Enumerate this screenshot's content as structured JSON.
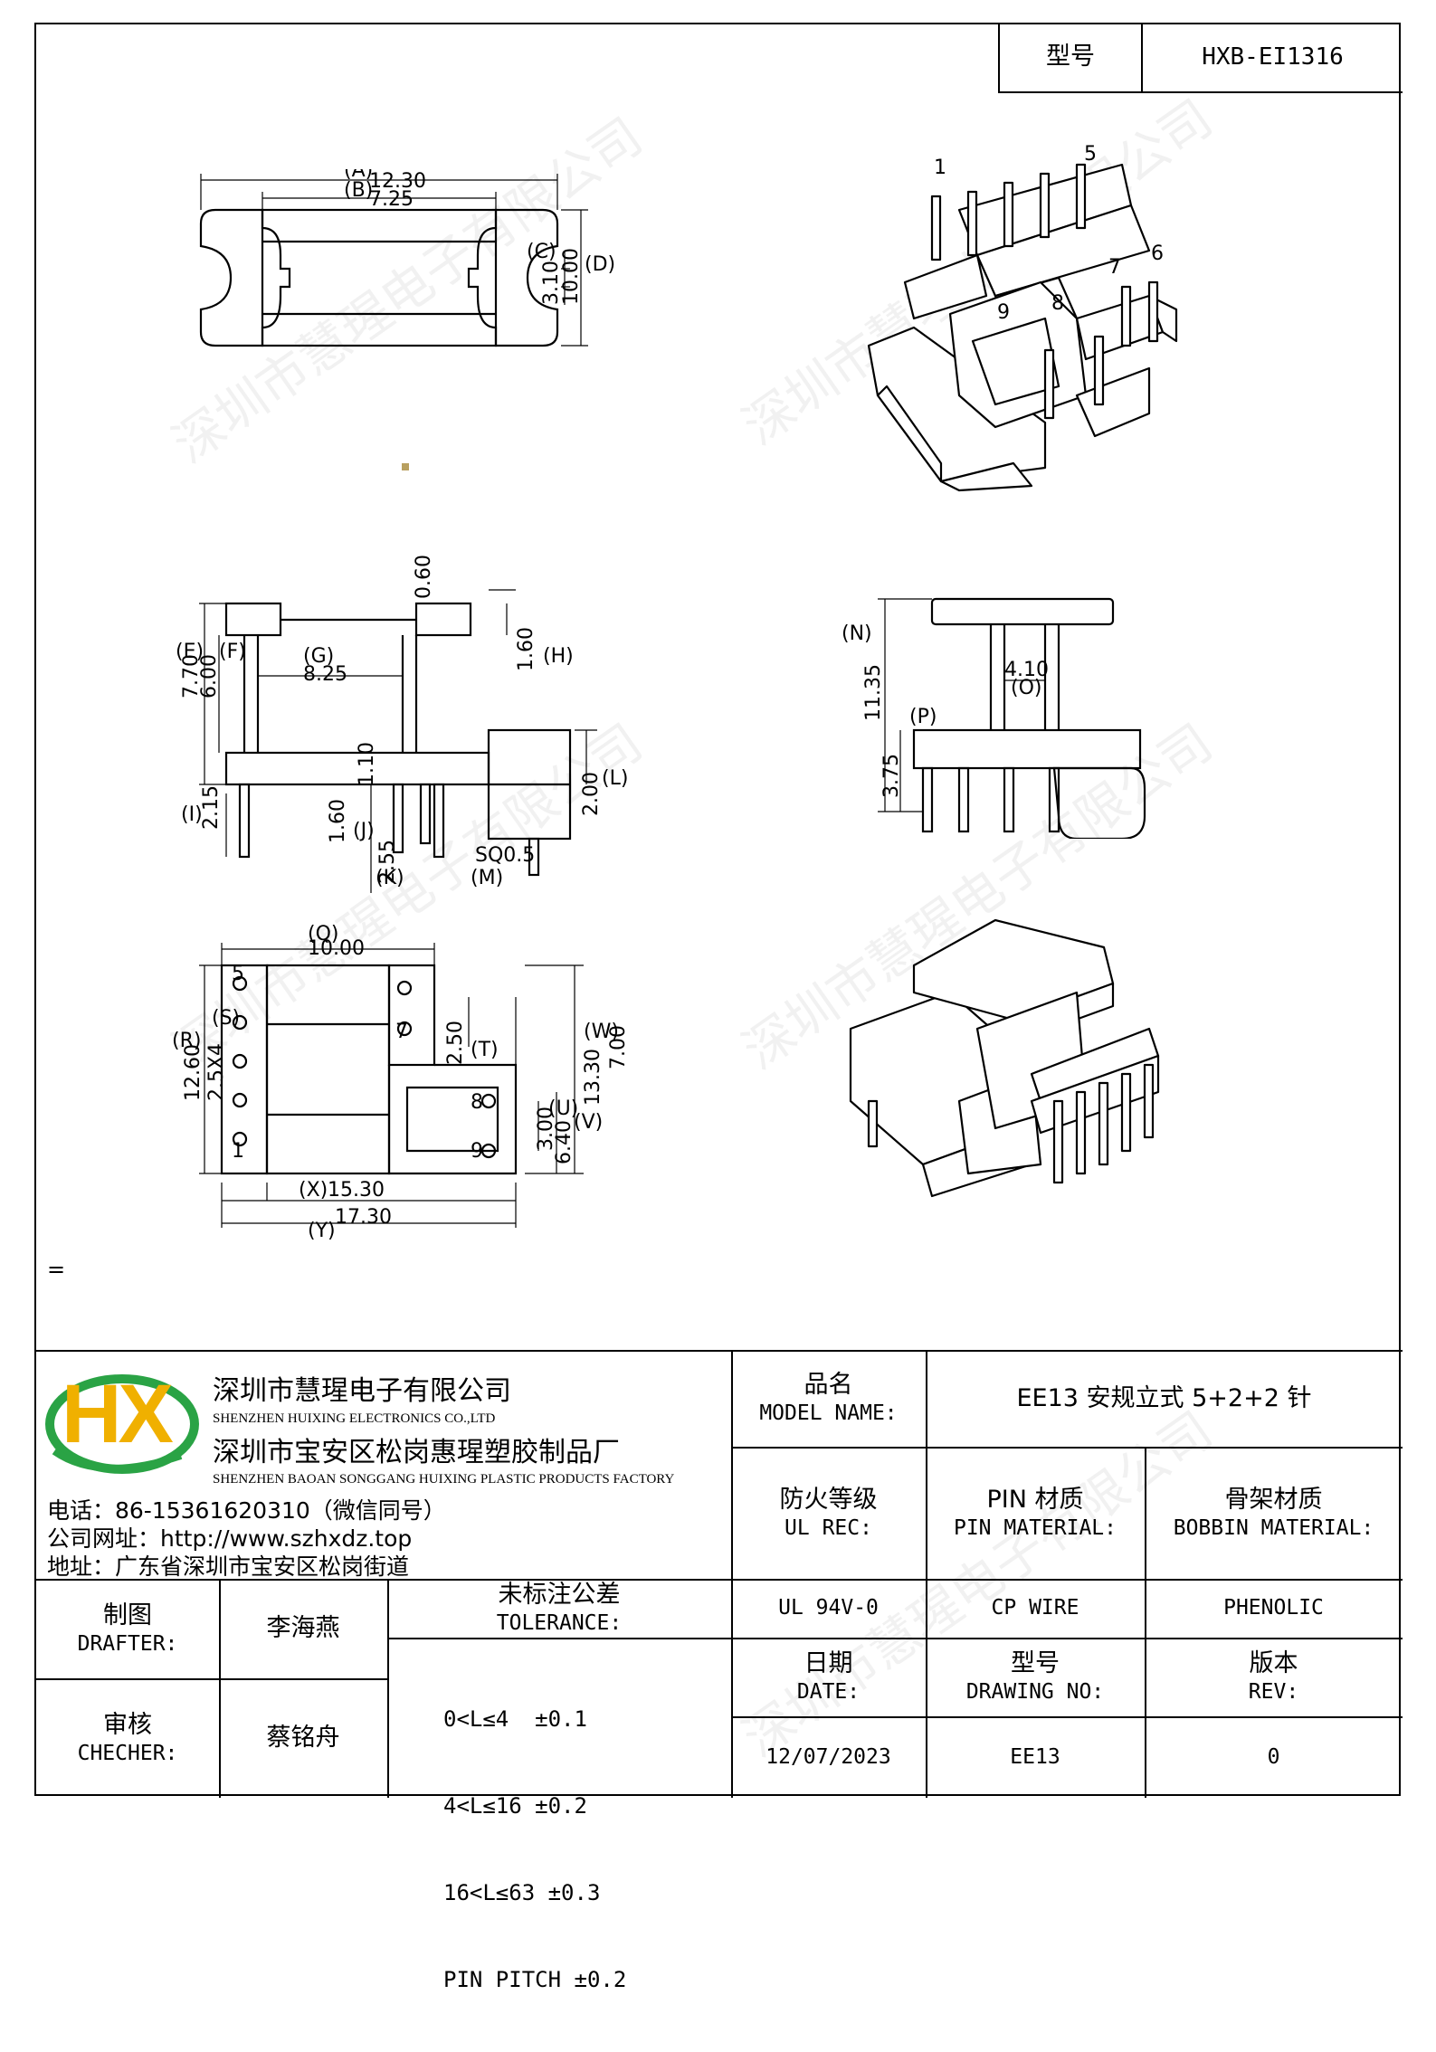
{
  "title_block_top": {
    "model_label": "型号",
    "model_value": "HXB-EI1316"
  },
  "watermark": "深圳市慧瑆电子有限公司",
  "drawing_labels": {
    "top_view": {
      "A": "(A)",
      "A_val": "12.30",
      "B": "(B)",
      "B_val": "7.25",
      "C": "(C)",
      "C_val": "3.10",
      "D": "(D)",
      "D_val": "10.00"
    },
    "iso_pins": {
      "p1": "1",
      "p5": "5",
      "p6": "6",
      "p7": "7",
      "p8": "8",
      "p9": "9"
    },
    "front_view": {
      "E": "(E)",
      "E_val": "7.70",
      "F": "(F)",
      "F_val": "6.00",
      "G": "(G)",
      "G_val": "8.25",
      "top_val": "0.60",
      "H": "(H)",
      "H_val": "1.60",
      "I": "(I)",
      "I_val": "2.15",
      "J": "(J)",
      "J_val": "1.60",
      "mid_val": "1.10",
      "K": "(K)",
      "K_val": "2.55",
      "L": "(L)",
      "L_val": "2.00",
      "M": "(M)",
      "M_val": "SQ0.5"
    },
    "side_view": {
      "N": "(N)",
      "N_val": "11.35",
      "O": "(O)",
      "O_val": "4.10",
      "P": "(P)",
      "P_val": "3.75"
    },
    "bottom_view": {
      "Q": "(Q)",
      "Q_val": "10.00",
      "R": "(R)",
      "R_val": "12.60",
      "S": "(S)",
      "S_val": "2.5X4",
      "T": "(T)",
      "T_val": "2.50",
      "U": "(U)",
      "U_val": "3.00",
      "V": "(V)",
      "V_val": "6.40",
      "W": "(W)",
      "W_val": "13.30",
      "seven": "7.00",
      "X": "(X)",
      "X_val": "15.30",
      "Y": "(Y)",
      "Y_val": "17.30",
      "pin1": "1",
      "pin5": "5",
      "pin7": "7",
      "pin8": "8",
      "pin9": "9"
    }
  },
  "stray_mark": "=",
  "company": {
    "name_cn": "深圳市慧瑆电子有限公司",
    "name_en": "SHENZHEN HUIXING ELECTRONICS CO.,LTD",
    "factory_cn": "深圳市宝安区松岗惠瑆塑胶制品厂",
    "factory_en": "SHENZHEN BAOAN SONGGANG HUIXING PLASTIC PRODUCTS FACTORY",
    "phone": "电话：86-15361620310（微信同号）",
    "website": "公司网址：http://www.szhxdz.top",
    "address": "地址：广东省深圳市宝安区松岗街道",
    "logo": "HX"
  },
  "title_block": {
    "model_name_cn": "品名",
    "model_name_en": "MODEL NAME:",
    "model_name_value": "EE13 安规立式 5+2+2 针",
    "fire_cn": "防火等级",
    "fire_en": "UL REC:",
    "pin_mat_cn": "PIN 材质",
    "pin_mat_en": "PIN MATERIAL:",
    "bobbin_cn": "骨架材质",
    "bobbin_en": "BOBBIN MATERIAL:",
    "fire_value": "UL 94V-0",
    "pin_value": "CP WIRE",
    "bobbin_value": "PHENOLIC",
    "drafter_cn": "制图",
    "drafter_en": "DRAFTER:",
    "drafter_value": "李海燕",
    "checker_cn": "审核",
    "checker_en": "CHECHER:",
    "checker_value": "蔡铭舟",
    "tol_cn": "未标注公差",
    "tol_en": "TOLERANCE:",
    "tol_lines": [
      "0<L≤4  ±0.1",
      "4<L≤16 ±0.2",
      "16<L≤63 ±0.3",
      "PIN PITCH ±0.2"
    ],
    "date_cn": "日期",
    "date_en": "DATE:",
    "dwg_cn": "型号",
    "dwg_en": "DRAWING NO:",
    "rev_cn": "版本",
    "rev_en": "REV:",
    "date_value": "12/07/2023",
    "dwg_value": "EE13",
    "rev_value": "0"
  }
}
